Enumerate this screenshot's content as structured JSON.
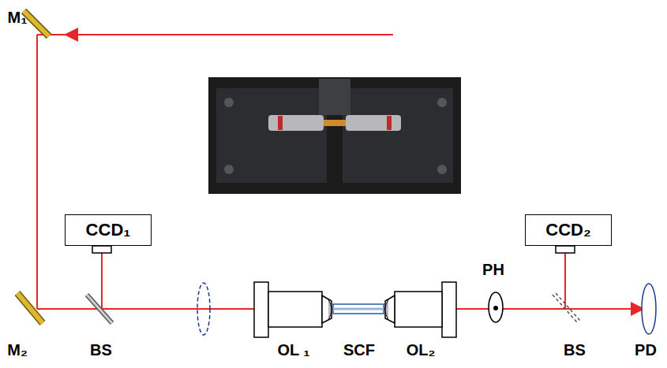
{
  "diagram": {
    "nodes": [
      {
        "text": [
          "CCD₁"
        ]
      },
      {
        "text": [
          "CCD₂"
        ]
      }
    ],
    "labels": [
      "M₁",
      "M₂",
      "BS",
      "OL ₁",
      "SCF",
      "OL₂",
      "PH",
      "BS",
      "PD"
    ]
  }
}
